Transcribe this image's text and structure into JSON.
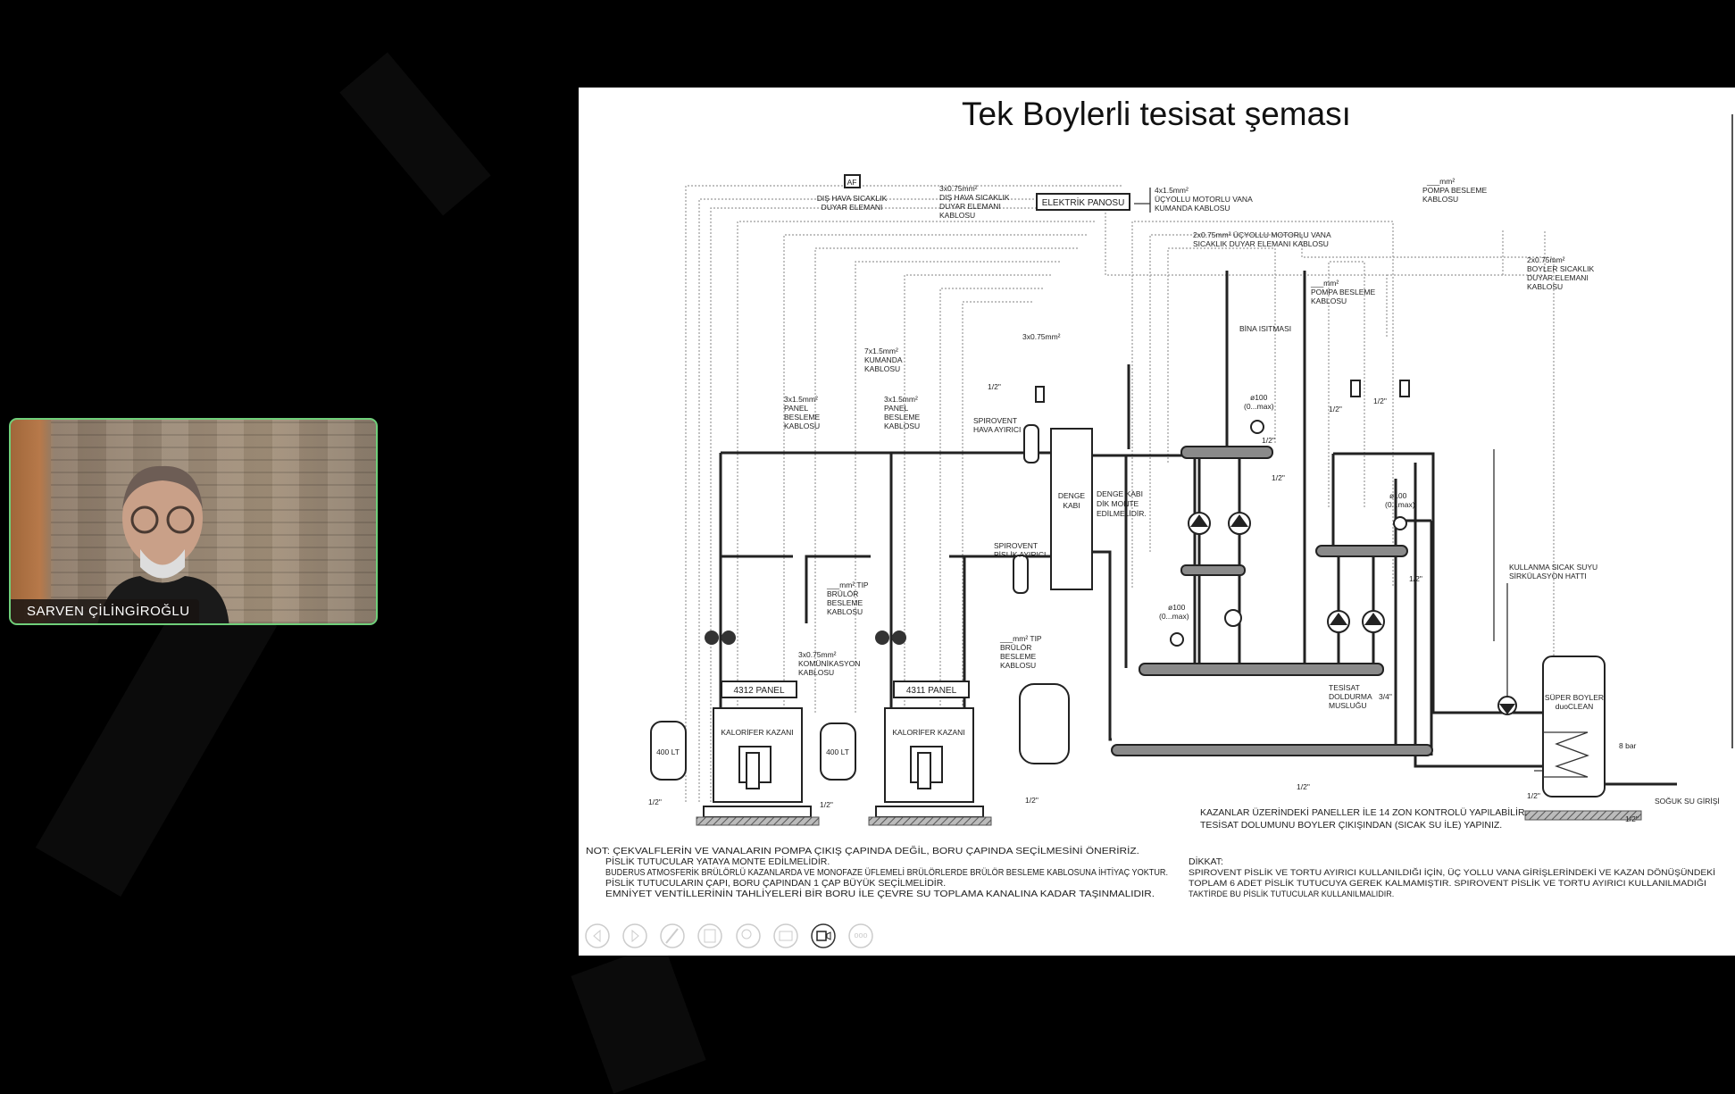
{
  "participant": {
    "name": "SARVEN ÇİLİNGİROĞLU",
    "active_speaker_color": "#6fcf7a"
  },
  "slide": {
    "title": "Tek Boylerli tesisat şeması",
    "labels": {
      "af": "AF",
      "dis_hava_1": "DIŞ HAVA SICAKLIK",
      "dis_hava_2": "DUYAR ELEMANI",
      "cable_dis_1": "3x0.75mm²",
      "cable_dis_2": "DIŞ HAVA SICAKLIK",
      "cable_dis_3": "DUYAR ELEMANI",
      "cable_dis_4": "KABLOSU",
      "elektrik_panosu": "ELEKTRİK PANOSU",
      "vana_kum_1": "4x1.5mm²",
      "vana_kum_2": "ÜÇYOLLU MOTORLU VANA",
      "vana_kum_3": "KUMANDA KABLOSU",
      "vana_sic_1": "2x0.75mm² ÜÇYOLLU MOTORLU VANA",
      "vana_sic_2": "SICAKLIK DUYAR ELEMANI KABLOSU",
      "pompa1_1": "___mm²",
      "pompa1_2": "POMPA BESLEME",
      "pompa1_3": "KABLOSU",
      "pompa2_1": "___mm²",
      "pompa2_2": "POMPA BESLEME",
      "pompa2_3": "KABLOSU",
      "boyler_k_1": "2x0.75mm²",
      "boyler_k_2": "BOYLER SICAKLIK",
      "boyler_k_3": "DUYAR ELEMANI",
      "boyler_k_4": "KABLOSU",
      "bina_isitmasi": "BİNA ISITMASI",
      "cable_3x075": "3x0.75mm²",
      "kumanda_1": "7x1.5mm²",
      "kumanda_2": "KUMANDA",
      "kumanda_3": "KABLOSU",
      "panel_bes_1": "3x1.5mm²",
      "panel_bes_2": "PANEL",
      "panel_bes_3": "BESLEME",
      "panel_bes_4": "KABLOSU",
      "spirovent_hava_1": "SPIROVENT",
      "spirovent_hava_2": "HAVA AYIRICI",
      "denge_kabi_1": "DENGE",
      "denge_kabi_2": "KABI",
      "denge_note_1": "DENGE KABI",
      "denge_note_2": "DİK MONTE",
      "denge_note_3": "EDİLMELİDİR.",
      "spirovent_pis_1": "SPIROVENT",
      "spirovent_pis_2": "PİSLİK AYIRICI",
      "brulor_1": "___mm² TIP",
      "brulor_2": "BRÜLÖR",
      "brulor_3": "BESLEME",
      "brulor_4": "KABLOSU",
      "komunikasyon_1": "3x0.75mm²",
      "komunikasyon_2": "KOMÜNİKASYON",
      "komunikasyon_3": "KABLOSU",
      "panel_4312": "4312 PANEL",
      "panel_4311": "4311 PANEL",
      "kazan": "KALORİFER KAZANI",
      "tank_400": "400 LT",
      "half_inch": "1/2\"",
      "three_quarter": "3/4\"",
      "manometer_1": "ø100",
      "manometer_2": "(0...max)",
      "doldurma_1": "TESİSAT",
      "doldurma_2": "DOLDURMA",
      "doldurma_3": "MUSLUĞU",
      "sirkulasyon_1": "KULLANMA SICAK SUYU",
      "sirkulasyon_2": "SİRKÜLASYON HATTI",
      "boyler_1": "SÜPER BOYLER",
      "boyler_2": "duoCLEAN",
      "bar": "8 bar",
      "soguk_su": "SOĞUK SU GİRİŞİ"
    },
    "notes_left": [
      "NOT: ÇEKVALFLERİN VE VANALARIN POMPA ÇIKIŞ ÇAPINDA DEĞİL, BORU ÇAPINDA SEÇİLMESİNİ ÖNERİRİZ.",
      "PİSLİK TUTUCULAR YATAYA MONTE EDİLMELİDİR.",
      "BUDERUS ATMOSFERİK BRÜLÖRLÜ KAZANLARDA VE MONOFAZE ÜFLEMELİ BRÜLÖRLERDE BRÜLÖR BESLEME KABLOSUNA İHTİYAÇ YOKTUR.",
      "PİSLİK TUTUCULARIN ÇAPI, BORU ÇAPINDAN 1 ÇAP BÜYÜK SEÇİLMELİDİR.",
      "EMNİYET VENTİLLERİNİN TAHLİYELERİ BİR BORU İLE ÇEVRE SU TOPLAMA KANALINA KADAR TAŞINMALIDIR."
    ],
    "notes_mid": [
      "KAZANLAR ÜZERİNDEKİ PANELLER İLE 14 ZON KONTROLÜ YAPILABİLİR.",
      "TESİSAT DOLUMUNU BOYLER ÇIKIŞINDAN (SICAK SU İLE) YAPINIZ."
    ],
    "notes_right": [
      "DİKKAT:",
      "SPIROVENT PİSLİK VE TORTU AYIRICI KULLANILDIĞI İÇİN, ÜÇ YOLLU VANA GİRİŞLERİNDEKİ VE KAZAN DÖNÜŞÜNDEKİ",
      "TOPLAM 6 ADET PİSLİK TUTUCUYA GEREK KALMAMIŞTIR. SPIROVENT PİSLİK VE TORTU AYIRICI KULLANILMADIĞI",
      "TAKTİRDE BU PİSLİK TUTUCULAR KULLANILMALIDIR."
    ]
  },
  "presentation_toolbar": {
    "buttons": [
      "previous-slide",
      "next-slide",
      "pen",
      "slide-sorter",
      "zoom",
      "subtitles",
      "camera",
      "more"
    ],
    "active": "camera"
  }
}
